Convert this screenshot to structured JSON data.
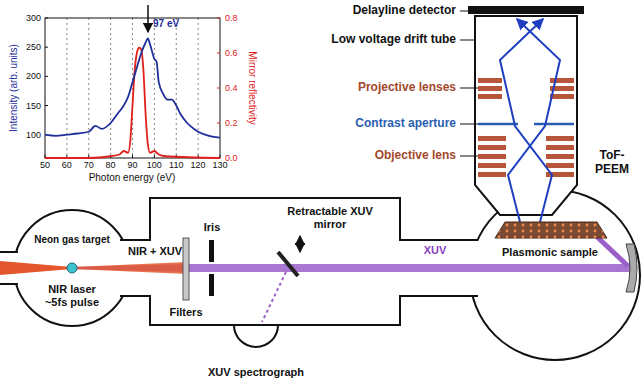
{
  "diagram": {
    "labels": [
      "Intensity (arb. units)",
      "Mirror reflectivity",
      "Photon energy (eV)",
      "50",
      "60",
      "70",
      "80",
      "90",
      "100",
      "110",
      "120",
      "130",
      "100",
      "150",
      "200",
      "250",
      "300",
      "0.0",
      "0.2",
      "0.4",
      "0.6",
      "0.8",
      "97 eV",
      "Delayline detector",
      "Low voltage drift tube",
      "Projective lenses",
      "Contrast aperture",
      "Objective lens",
      "ToF-PEEM",
      "Neon gas target",
      "NIR + XUV",
      "Retractable XUV mirror",
      "NIR laser ~5fs pulse",
      "XUV",
      "Iris",
      "Filters",
      "XUV spectrograph",
      "Plasmonic sample"
    ]
  }
}
